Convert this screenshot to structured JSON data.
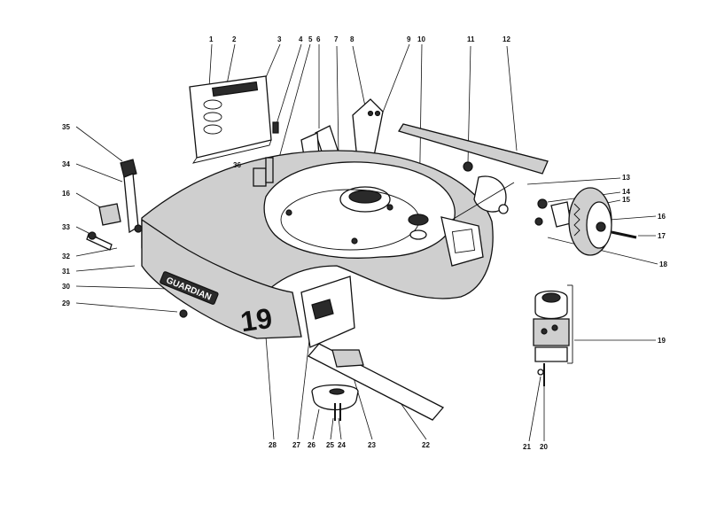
{
  "diagram": {
    "brand_text": "GUARDIAN",
    "model_text": "19",
    "callouts": [
      {
        "id": "1",
        "label": "1"
      },
      {
        "id": "2",
        "label": "2"
      },
      {
        "id": "3",
        "label": "3"
      },
      {
        "id": "4",
        "label": "4"
      },
      {
        "id": "5",
        "label": "5"
      },
      {
        "id": "6",
        "label": "6"
      },
      {
        "id": "7",
        "label": "7"
      },
      {
        "id": "8",
        "label": "8"
      },
      {
        "id": "9",
        "label": "9"
      },
      {
        "id": "10",
        "label": "10"
      },
      {
        "id": "11",
        "label": "11"
      },
      {
        "id": "12",
        "label": "12"
      },
      {
        "id": "13",
        "label": "13"
      },
      {
        "id": "14",
        "label": "14"
      },
      {
        "id": "15",
        "label": "15"
      },
      {
        "id": "16a",
        "label": "16"
      },
      {
        "id": "17",
        "label": "17"
      },
      {
        "id": "18",
        "label": "18"
      },
      {
        "id": "19",
        "label": "19"
      },
      {
        "id": "20",
        "label": "20"
      },
      {
        "id": "21",
        "label": "21"
      },
      {
        "id": "22",
        "label": "22"
      },
      {
        "id": "23",
        "label": "23"
      },
      {
        "id": "24",
        "label": "24"
      },
      {
        "id": "25",
        "label": "25"
      },
      {
        "id": "26",
        "label": "26"
      },
      {
        "id": "27",
        "label": "27"
      },
      {
        "id": "28",
        "label": "28"
      },
      {
        "id": "29",
        "label": "29"
      },
      {
        "id": "30",
        "label": "30"
      },
      {
        "id": "31",
        "label": "31"
      },
      {
        "id": "32",
        "label": "32"
      },
      {
        "id": "33",
        "label": "33"
      },
      {
        "id": "16b",
        "label": "16"
      },
      {
        "id": "34",
        "label": "34"
      },
      {
        "id": "35",
        "label": "35"
      },
      {
        "id": "36",
        "label": "36"
      }
    ]
  }
}
